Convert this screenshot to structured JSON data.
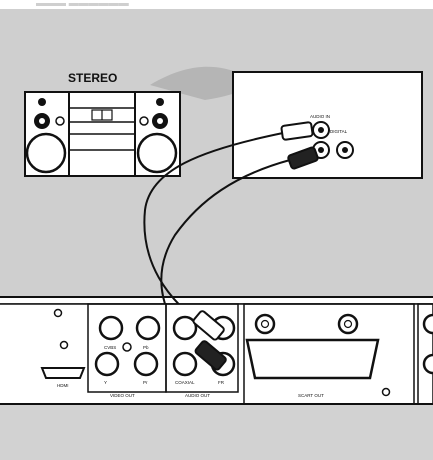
{
  "stereo": {
    "title": "STEREO"
  },
  "amp_panel": {
    "input_label": "AUDIO IN",
    "digital_label": "DIGITAL"
  },
  "player_panel": {
    "hdmi_label": "HDMI",
    "cvbs_label": "CVBS",
    "pb_label": "Pb",
    "pr_label": "Pr",
    "y_label": "Y",
    "video_out_label": "VIDEO OUT",
    "coaxial_label": "COAXIAL",
    "audio_out_label": "AUDIO OUT",
    "fr_label": "FR",
    "scart_label": "SCART OUT"
  }
}
